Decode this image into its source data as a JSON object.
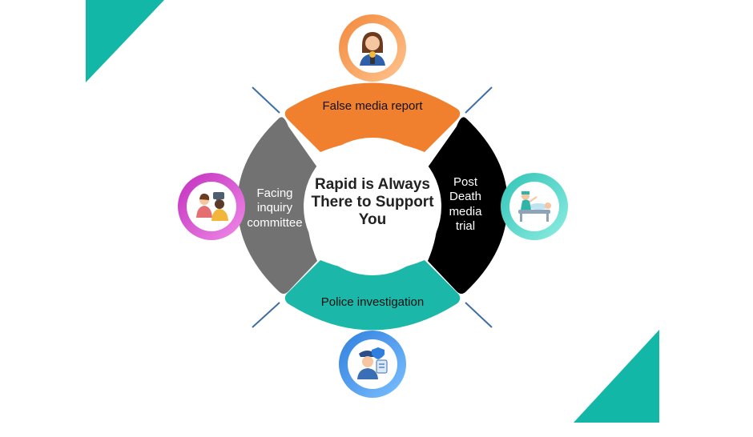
{
  "diagram": {
    "center_text": "Rapid is Always There to Support You",
    "segments": [
      {
        "id": "top",
        "label": "False media report",
        "color": "#F0802E",
        "text_color": "#111111",
        "icon": "news-reporter-icon",
        "ring": [
          "#F3883A",
          "#FFC48F"
        ]
      },
      {
        "id": "right",
        "label": "Post Death media trial",
        "color": "#000000",
        "text_color": "#ffffff",
        "icon": "surgery-patient-icon",
        "ring": [
          "#2FC4B6",
          "#8FEDE2"
        ]
      },
      {
        "id": "bottom",
        "label": "Police investigation",
        "color": "#1BB7A9",
        "text_color": "#111111",
        "icon": "police-officer-icon",
        "ring": [
          "#2F7FDE",
          "#7CC0FF"
        ]
      },
      {
        "id": "left",
        "label": "Facing inquiry committee",
        "color": "#727272",
        "text_color": "#ffffff",
        "icon": "interview-meeting-icon",
        "ring": [
          "#C22FBE",
          "#F08BE8"
        ]
      }
    ],
    "accent_color": "#13B7A8",
    "connector_color": "#3D6EA6"
  }
}
